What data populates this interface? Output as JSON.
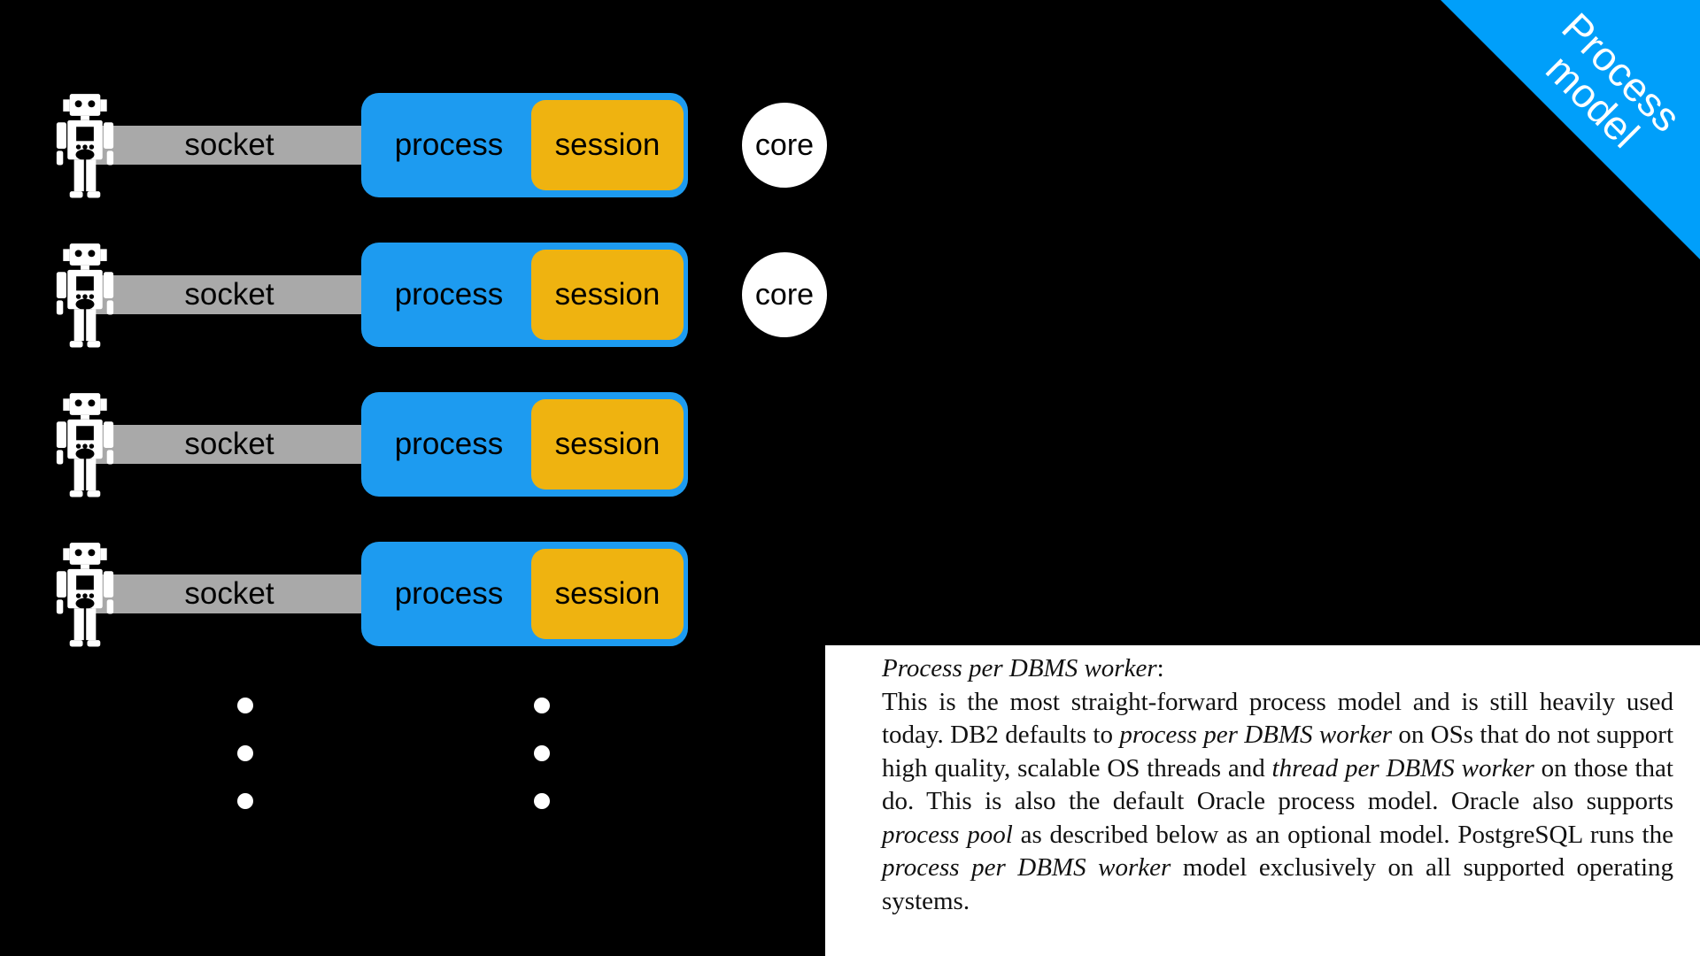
{
  "slide": {
    "background": "#000000"
  },
  "banner": {
    "line1": "Process",
    "line2": "model",
    "fill_color": "#009FFA",
    "text_color": "#FFFFFF"
  },
  "diagram": {
    "rows": [
      {
        "socket_label": "socket",
        "process_label": "process",
        "session_label": "session",
        "core_label": "core"
      },
      {
        "socket_label": "socket",
        "process_label": "process",
        "session_label": "session",
        "core_label": "core"
      },
      {
        "socket_label": "socket",
        "process_label": "process",
        "session_label": "session"
      },
      {
        "socket_label": "socket",
        "process_label": "process",
        "session_label": "session"
      }
    ],
    "ellipsis": {
      "left_column_dots": 3,
      "right_column_dots": 3
    },
    "colors": {
      "process_blue": "#1D9BF0",
      "session_orange": "#EFB310",
      "socket_gray": "#A9A9A9",
      "core_white": "#FFFFFF",
      "robot_white": "#FFFFFF",
      "label_black": "#000000"
    }
  },
  "note": {
    "title_segments": [
      {
        "text": "Process per DBMS worker",
        "italic": true
      },
      {
        "text": ":",
        "italic": false
      }
    ],
    "body_segments": [
      {
        "text": "This is the most straight-forward process model and is still heavily used today. DB2 defaults to ",
        "italic": false
      },
      {
        "text": "process per DBMS worker",
        "italic": true
      },
      {
        "text": " on OSs that do not support high quality, scalable OS threads and ",
        "italic": false
      },
      {
        "text": "thread per DBMS worker",
        "italic": true
      },
      {
        "text": " on those that do. This is also the default Oracle process model. Oracle also supports ",
        "italic": false
      },
      {
        "text": "process pool",
        "italic": true
      },
      {
        "text": " as described below as an optional model. PostgreSQL runs the ",
        "italic": false
      },
      {
        "text": "process per DBMS worker",
        "italic": true
      },
      {
        "text": " model exclusively on all supported operating systems.",
        "italic": false
      }
    ]
  }
}
